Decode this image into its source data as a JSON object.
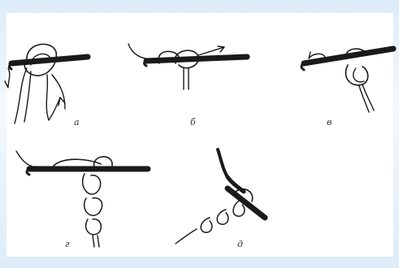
{
  "figures": [
    {
      "id": "a",
      "label": "а"
    },
    {
      "id": "b",
      "label": "б"
    },
    {
      "id": "v",
      "label": "в"
    },
    {
      "id": "g",
      "label": "г"
    },
    {
      "id": "d",
      "label": "д"
    }
  ],
  "colors": {
    "ink": "#1a1a1a",
    "sheet": "#ffffff",
    "frame": "#dcecf8"
  }
}
